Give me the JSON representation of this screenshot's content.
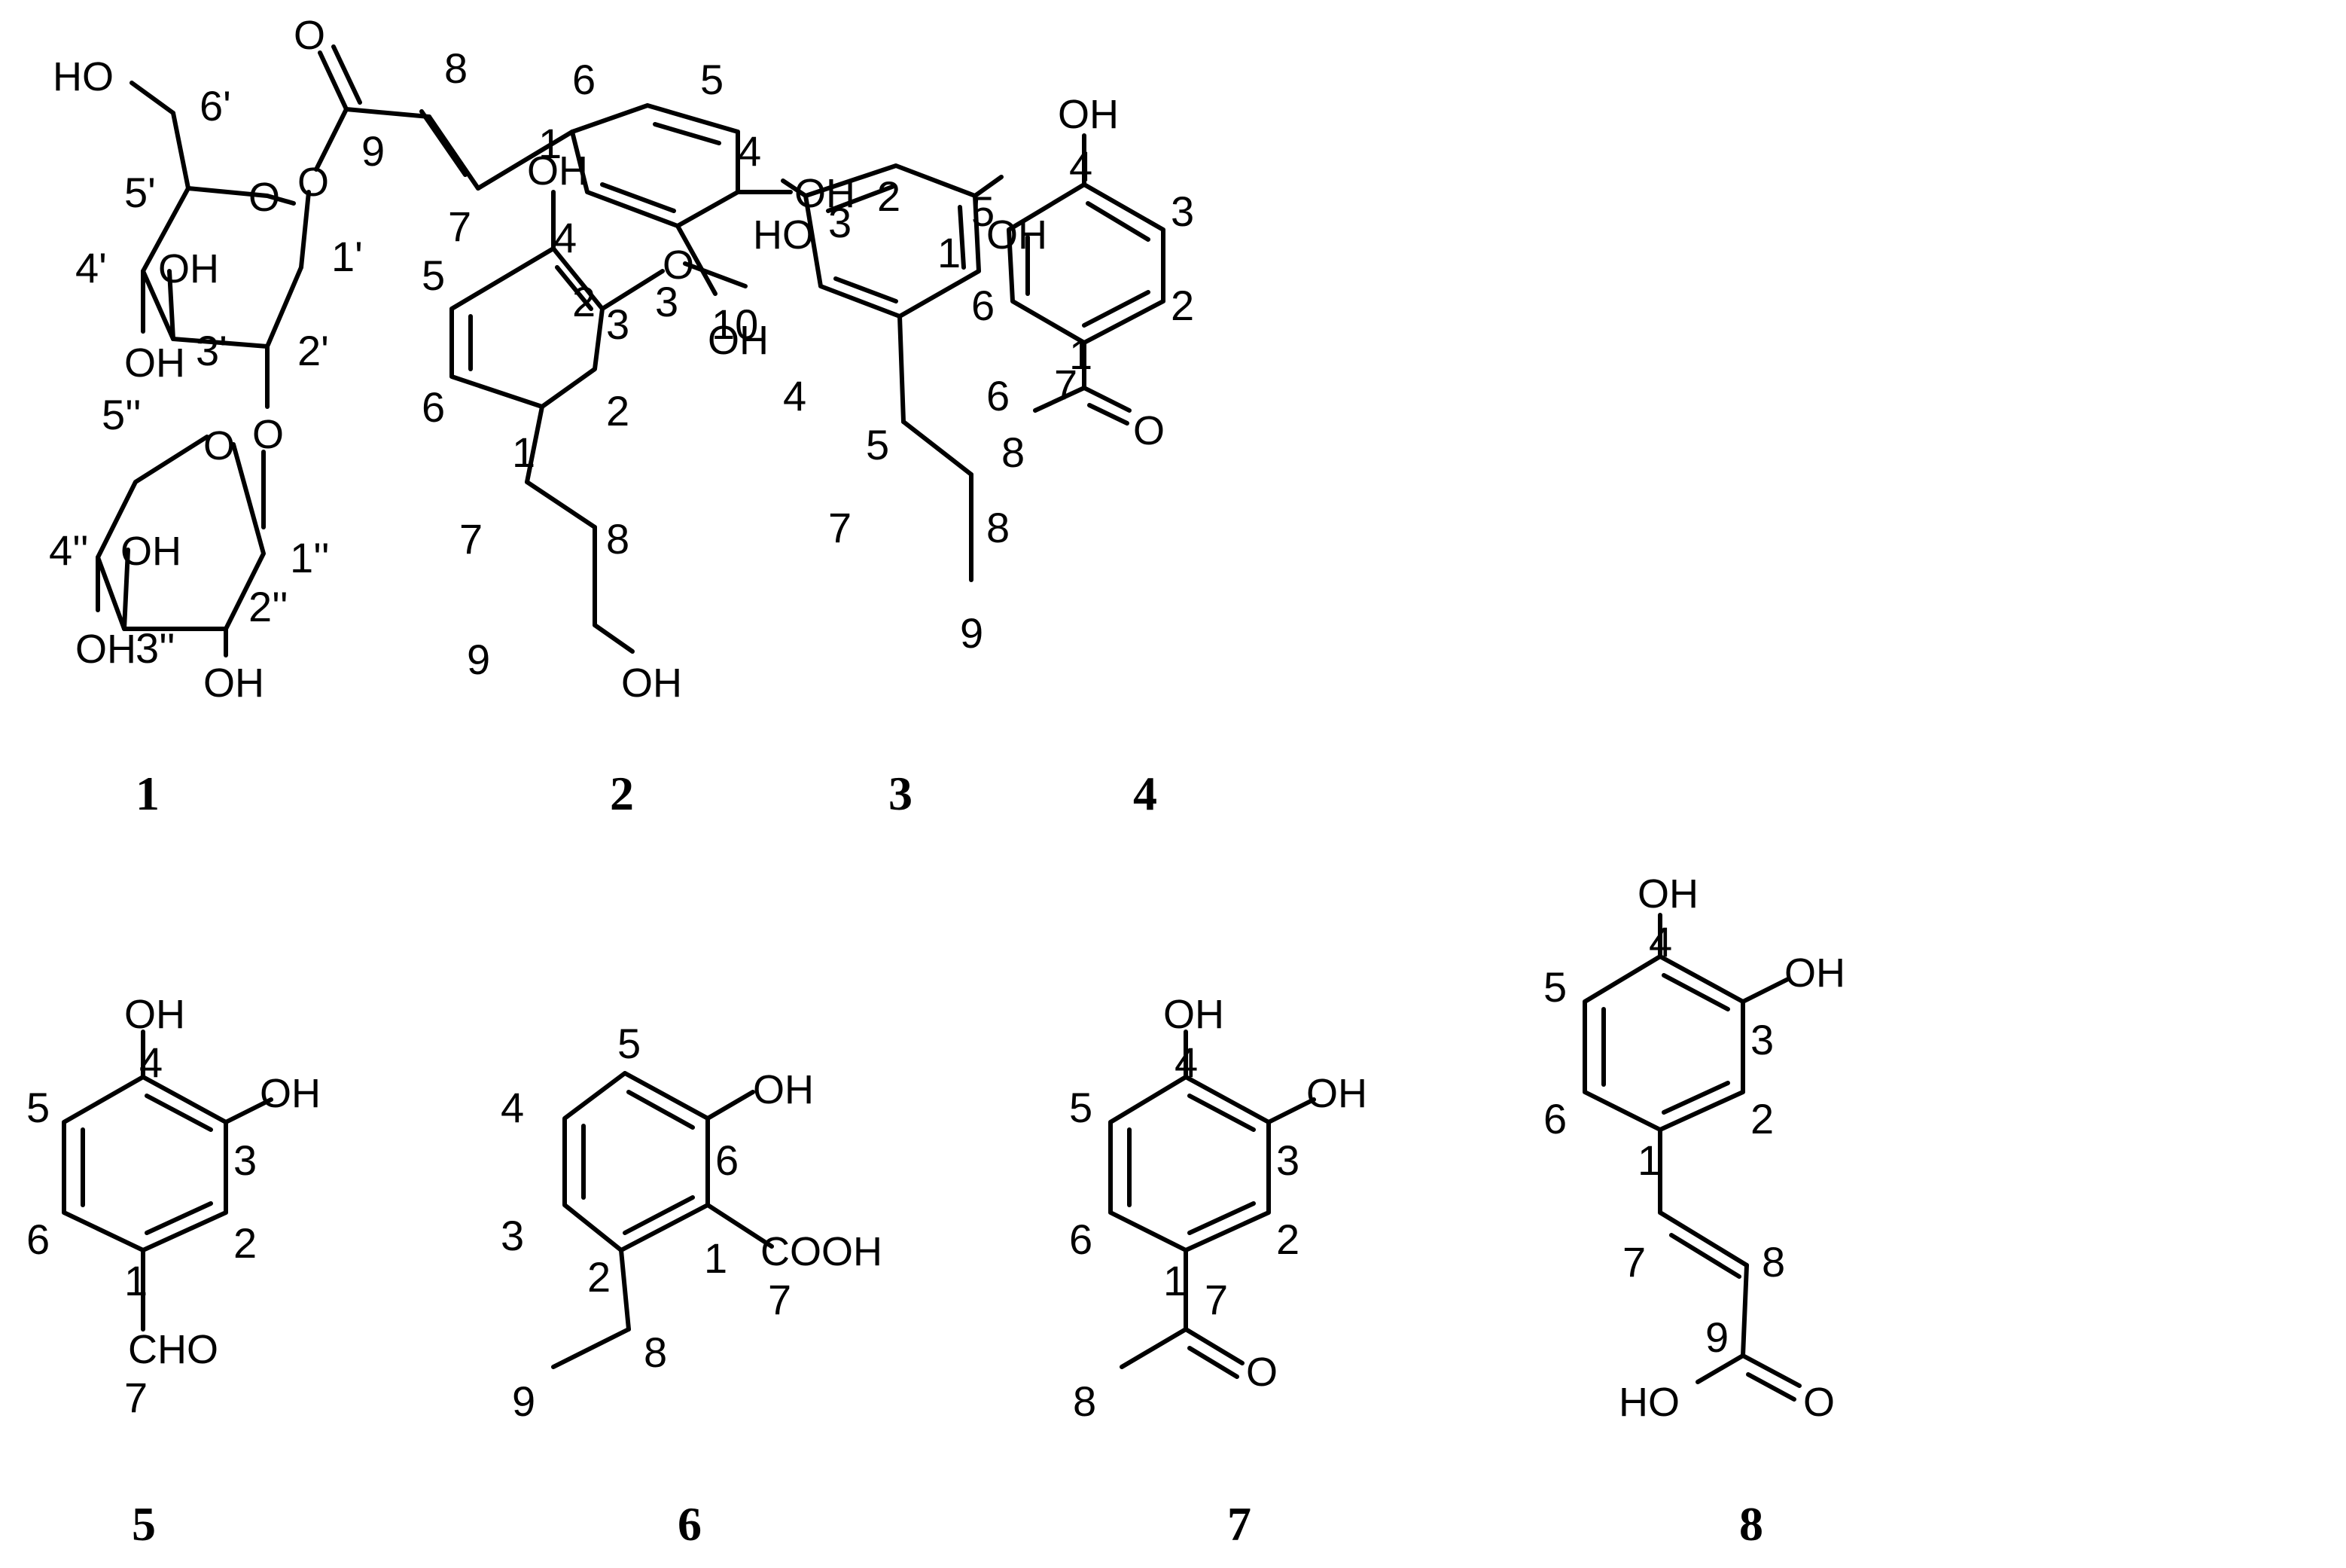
{
  "compounds": [
    {
      "id": "1",
      "labels": {
        "ho_6p": "HO",
        "c6p": "6'",
        "o_carbonyl": "O",
        "c8": "8",
        "c6": "6",
        "c5": "5",
        "c9": "9",
        "c1": "1",
        "c4": "4",
        "oh4": "OH",
        "c5p": "5'",
        "o_ring1": "O",
        "o_ester": "O",
        "c7": "7",
        "c4p": "4'",
        "oh3p": "OH",
        "c1p": "1'",
        "c2": "2",
        "c3": "3",
        "oh3": "OH",
        "oh4p": "OH",
        "c3p": "3'",
        "c2p": "2'",
        "c5pp": "5''",
        "o_ring2": "O",
        "o_link": "O",
        "c4pp": "4''",
        "oh3pp": "OH",
        "c1pp": "1''",
        "oh4pp": "OH",
        "c2pp": "2''",
        "c3pp": "3''",
        "oh2pp": "OH"
      }
    },
    {
      "id": "2",
      "labels": {
        "oh": "OH",
        "c4": "4",
        "c5": "5",
        "o": "O",
        "c3": "3",
        "c10": "10",
        "c6": "6",
        "c2": "2",
        "c1": "1",
        "c7": "7",
        "c8": "8",
        "c9": "9",
        "oh9": "OH"
      }
    },
    {
      "id": "3",
      "labels": {
        "ho3": "HO",
        "c3": "3",
        "c2": "2",
        "oh1": "OH",
        "c1": "1",
        "c4": "4",
        "c6": "6",
        "c5": "5",
        "c7": "7",
        "c8": "8",
        "c9": "9"
      }
    },
    {
      "id": "4",
      "labels": {
        "oh": "OH",
        "c4": "4",
        "c5": "5",
        "c3": "3",
        "c6": "6",
        "c2": "2",
        "c1": "1",
        "c7": "7",
        "c8": "8",
        "o": "O"
      }
    },
    {
      "id": "5",
      "labels": {
        "oh4": "OH",
        "c4": "4",
        "oh3": "OH",
        "c5": "5",
        "c3": "3",
        "c6": "6",
        "c2": "2",
        "c1": "1",
        "cho": "CHO",
        "c7": "7"
      }
    },
    {
      "id": "6",
      "labels": {
        "c5": "5",
        "oh": "OH",
        "c4": "4",
        "c6": "6",
        "c3": "3",
        "c2": "2",
        "c1": "1",
        "cooh": "COOH",
        "c7": "7",
        "c8": "8",
        "c9": "9"
      }
    },
    {
      "id": "7",
      "labels": {
        "oh4": "OH",
        "c4": "4",
        "oh3": "OH",
        "c5": "5",
        "c3": "3",
        "c6": "6",
        "c2": "2",
        "c1": "1",
        "c7": "7",
        "c8": "8",
        "o": "O"
      }
    },
    {
      "id": "8",
      "labels": {
        "oh4": "OH",
        "c4": "4",
        "oh3": "OH",
        "c5": "5",
        "c3": "3",
        "c6": "6",
        "c2": "2",
        "c1": "1",
        "c7": "7",
        "c8": "8",
        "c9": "9",
        "ho": "HO",
        "o": "O"
      }
    }
  ]
}
